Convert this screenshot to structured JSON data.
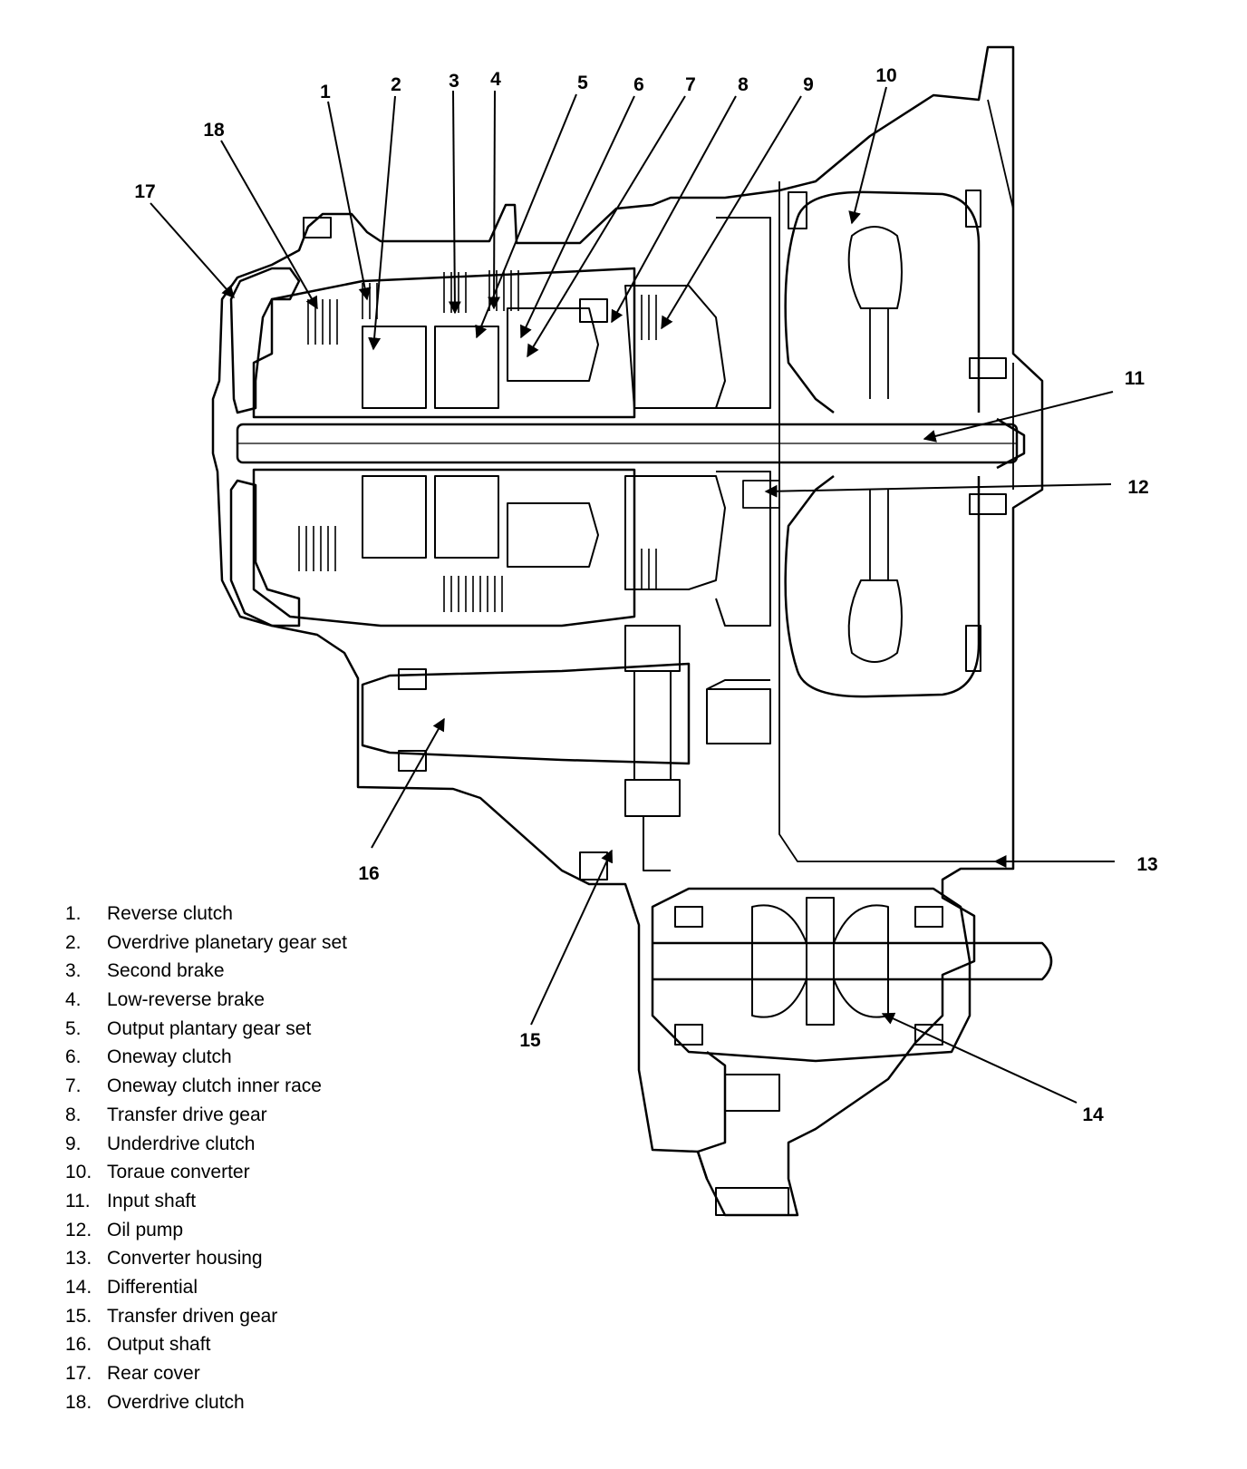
{
  "callouts": [
    {
      "num": "1"
    },
    {
      "num": "2"
    },
    {
      "num": "3"
    },
    {
      "num": "4"
    },
    {
      "num": "5"
    },
    {
      "num": "6"
    },
    {
      "num": "7"
    },
    {
      "num": "8"
    },
    {
      "num": "9"
    },
    {
      "num": "10"
    },
    {
      "num": "11"
    },
    {
      "num": "12"
    },
    {
      "num": "13"
    },
    {
      "num": "14"
    },
    {
      "num": "15"
    },
    {
      "num": "16"
    },
    {
      "num": "17"
    },
    {
      "num": "18"
    }
  ],
  "legend": [
    {
      "num": "1.",
      "label": "Reverse clutch"
    },
    {
      "num": "2.",
      "label": "Overdrive planetary gear set"
    },
    {
      "num": "3.",
      "label": "Second brake"
    },
    {
      "num": "4.",
      "label": "Low-reverse brake"
    },
    {
      "num": "5.",
      "label": "Output plantary gear set"
    },
    {
      "num": "6.",
      "label": "Oneway clutch"
    },
    {
      "num": "7.",
      "label": "Oneway clutch inner race"
    },
    {
      "num": "8.",
      "label": "Transfer drive gear"
    },
    {
      "num": "9.",
      "label": "Underdrive clutch"
    },
    {
      "num": "10.",
      "label": "Toraue converter"
    },
    {
      "num": "11.",
      "label": "Input shaft"
    },
    {
      "num": "12.",
      "label": "Oil pump"
    },
    {
      "num": "13.",
      "label": "Converter housing"
    },
    {
      "num": "14.",
      "label": "Differential"
    },
    {
      "num": "15.",
      "label": "Transfer driven gear"
    },
    {
      "num": "16.",
      "label": "Output shaft"
    },
    {
      "num": "17.",
      "label": "Rear cover"
    },
    {
      "num": "18.",
      "label": "Overdrive clutch"
    }
  ]
}
